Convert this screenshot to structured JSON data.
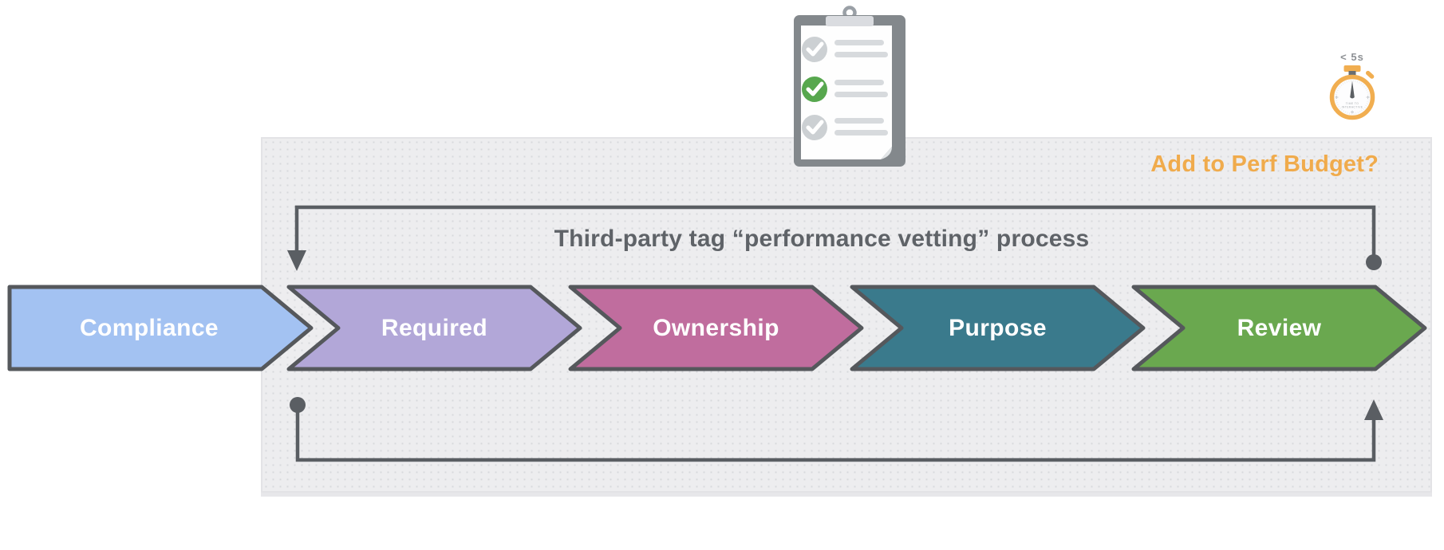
{
  "diagram": {
    "title": "Third-party tag “performance vetting” process",
    "perf_budget_question": "Add to Perf Budget?",
    "perf_budget_color": "#F0AB4C",
    "loop_line_color": "#5A5E63",
    "panel_background": "#EDEDEF"
  },
  "stopwatch": {
    "time_label": "< 5s",
    "face_line1": "TIME TO",
    "face_line2": "INTERACTIVE",
    "ring_color": "#F1AE50"
  },
  "checklist": {
    "items": [
      {
        "check": "gray"
      },
      {
        "check": "green"
      },
      {
        "check": "gray"
      }
    ],
    "check_green": "#57A74E",
    "check_gray": "#CCD0D3"
  },
  "stages": [
    {
      "label": "Compliance",
      "color": "#A3C2F2"
    },
    {
      "label": "Required",
      "color": "#B2A7D8"
    },
    {
      "label": "Ownership",
      "color": "#C06D9E"
    },
    {
      "label": "Purpose",
      "color": "#3A7A8C"
    },
    {
      "label": "Review",
      "color": "#6AA84F"
    }
  ]
}
